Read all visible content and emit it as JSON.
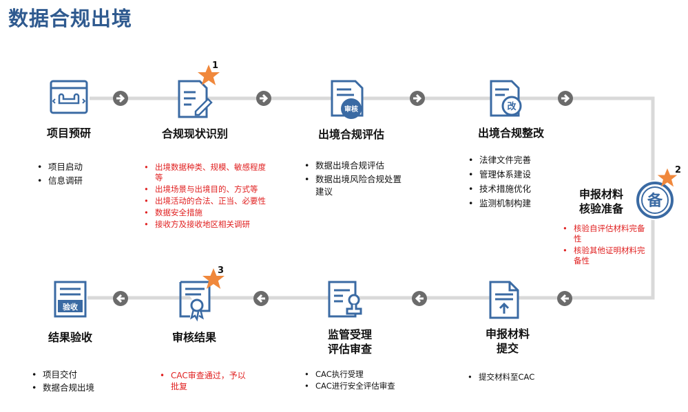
{
  "title": "数据合规出境",
  "stars": [
    {
      "number": "1"
    },
    {
      "number": "2"
    },
    {
      "number": "3"
    }
  ],
  "icons": {
    "step1": "browser-sofa-icon",
    "step2": "document-pen-icon",
    "step3": "review-badge-icon",
    "step4": "rectify-document-icon",
    "step5": "filing-circle-icon",
    "step6": "submit-document-icon",
    "step7": "regulator-stamp-icon",
    "step8": "certificate-icon",
    "step9": "acceptance-document-icon",
    "icon_text": {
      "review": "审核",
      "rectify": "改",
      "filing": "备",
      "acceptance": "验收"
    }
  },
  "colors": {
    "primary": "#2f5a8f",
    "icon_blue": "#3a6aa3",
    "line": "#d9d9d9",
    "arrow": "#6b6b6b",
    "star": "#f0883c",
    "red_text": "#e02020"
  },
  "steps": [
    {
      "title": "项目预研",
      "items": [
        "项目启动",
        "信息调研"
      ]
    },
    {
      "title": "合规现状识别",
      "items": [
        "出境数据种类、规模、敏感程度等",
        "出境场景与出境目的、方式等",
        "出境活动的合法、正当、必要性",
        "数据安全措施",
        "接收方及接收地区相关调研"
      ]
    },
    {
      "title": "出境合规评估",
      "items": [
        "数据出境合规评估",
        "数据出境风险合规处置建议"
      ]
    },
    {
      "title": "出境合规整改",
      "items": [
        "法律文件完善",
        "管理体系建设",
        "技术措施优化",
        "监测机制构建"
      ]
    },
    {
      "title_line1": "申报材料",
      "title_line2": "核验准备",
      "items": [
        "核验自评估材料完备性",
        "核验其他证明材料完备性"
      ]
    },
    {
      "title_line1": "申报材料",
      "title_line2": "提交",
      "items": [
        "提交材料至CAC"
      ]
    },
    {
      "title_line1": "监管受理",
      "title_line2": "评估审查",
      "items": [
        "CAC执行受理",
        "CAC进行安全评估审查"
      ]
    },
    {
      "title": "审核结果",
      "items": [
        "CAC审查通过，予以批复"
      ]
    },
    {
      "title": "结果验收",
      "items": [
        "项目交付",
        "数据合规出境"
      ]
    }
  ]
}
